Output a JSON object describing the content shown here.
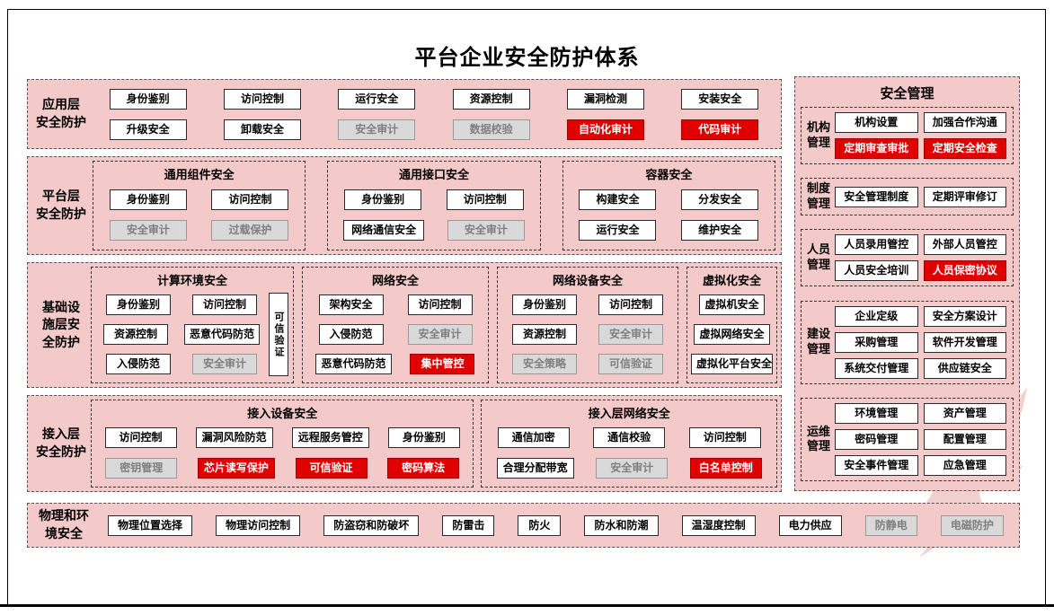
{
  "title": "平台企业安全防护体系",
  "colors": {
    "panel_pink": "#f3c9c9",
    "box_red": "#e10000",
    "box_gray": "#d9d9d9",
    "gray_text": "#7f7f7f"
  },
  "layers": {
    "app": {
      "label": "应用层\n安全防护",
      "rows": [
        [
          {
            "t": "身份鉴别"
          },
          {
            "t": "访问控制"
          },
          {
            "t": "运行安全"
          },
          {
            "t": "资源控制"
          },
          {
            "t": "漏洞检测"
          },
          {
            "t": "安装安全"
          }
        ],
        [
          {
            "t": "升级安全"
          },
          {
            "t": "卸载安全"
          },
          {
            "t": "安全审计",
            "s": "gray"
          },
          {
            "t": "数据校验",
            "s": "gray"
          },
          {
            "t": "自动化审计",
            "s": "red"
          },
          {
            "t": "代码审计",
            "s": "red"
          }
        ]
      ]
    },
    "platform": {
      "label": "平台层\n安全防护",
      "groups": [
        {
          "title": "通用组件安全",
          "rows": [
            [
              {
                "t": "身份鉴别"
              },
              {
                "t": "访问控制"
              }
            ],
            [
              {
                "t": "安全审计",
                "s": "gray"
              },
              {
                "t": "过载保护",
                "s": "gray"
              }
            ]
          ]
        },
        {
          "title": "通用接口安全",
          "rows": [
            [
              {
                "t": "身份鉴别"
              },
              {
                "t": "访问控制"
              }
            ],
            [
              {
                "t": "网络通信安全"
              },
              {
                "t": "安全审计",
                "s": "gray"
              }
            ]
          ]
        },
        {
          "title": "容器安全",
          "rows": [
            [
              {
                "t": "构建安全"
              },
              {
                "t": "分发安全"
              }
            ],
            [
              {
                "t": "运行安全"
              },
              {
                "t": "维护安全"
              }
            ]
          ]
        }
      ]
    },
    "infra": {
      "label": "基础设\n施层安\n全防护",
      "groups": [
        {
          "title": "计算环境安全",
          "vertical": "可信验证",
          "rows": [
            [
              {
                "t": "身份鉴别"
              },
              {
                "t": "访问控制"
              }
            ],
            [
              {
                "t": "资源控制"
              },
              {
                "t": "恶意代码防范"
              }
            ],
            [
              {
                "t": "入侵防范"
              },
              {
                "t": "安全审计",
                "s": "gray"
              }
            ]
          ]
        },
        {
          "title": "网络安全",
          "rows": [
            [
              {
                "t": "架构安全"
              },
              {
                "t": "访问控制"
              }
            ],
            [
              {
                "t": "入侵防范"
              },
              {
                "t": "安全审计",
                "s": "gray"
              }
            ],
            [
              {
                "t": "恶意代码防范"
              },
              {
                "t": "集中管控",
                "s": "red"
              }
            ]
          ]
        },
        {
          "title": "网络设备安全",
          "rows": [
            [
              {
                "t": "身份鉴别"
              },
              {
                "t": "访问控制"
              }
            ],
            [
              {
                "t": "资源控制"
              },
              {
                "t": "安全审计",
                "s": "gray"
              }
            ],
            [
              {
                "t": "安全策略",
                "s": "gray"
              },
              {
                "t": "可信验证",
                "s": "gray"
              }
            ]
          ]
        },
        {
          "title": "虚拟化安全",
          "rows": [
            [
              {
                "t": "虚拟机安全"
              }
            ],
            [
              {
                "t": "虚拟网络安全"
              }
            ],
            [
              {
                "t": "虚拟化平台安全"
              }
            ]
          ]
        }
      ]
    },
    "access": {
      "label": "接入层\n安全防护",
      "groups": [
        {
          "title": "接入设备安全",
          "rows": [
            [
              {
                "t": "访问控制"
              },
              {
                "t": "漏洞风险防范"
              },
              {
                "t": "远程服务管控"
              },
              {
                "t": "身份鉴别"
              }
            ],
            [
              {
                "t": "密钥管理",
                "s": "gray"
              },
              {
                "t": "芯片读写保护",
                "s": "red"
              },
              {
                "t": "可信验证",
                "s": "red"
              },
              {
                "t": "密码算法",
                "s": "red"
              }
            ]
          ]
        },
        {
          "title": "接入层网络安全",
          "rows": [
            [
              {
                "t": "通信加密"
              },
              {
                "t": "通信校验"
              },
              {
                "t": "访问控制"
              }
            ],
            [
              {
                "t": "合理分配带宽"
              },
              {
                "t": "安全审计",
                "s": "gray"
              },
              {
                "t": "白名单控制",
                "s": "red"
              }
            ]
          ]
        }
      ]
    },
    "physical": {
      "label": "物理和环\n境安全",
      "rows": [
        [
          {
            "t": "物理位置选择"
          },
          {
            "t": "物理访问控制"
          },
          {
            "t": "防盗窃和防破坏"
          },
          {
            "t": "防雷击"
          },
          {
            "t": "防火"
          },
          {
            "t": "防水和防潮"
          },
          {
            "t": "温湿度控制"
          },
          {
            "t": "电力供应"
          },
          {
            "t": "防静电",
            "s": "gray"
          },
          {
            "t": "电磁防护",
            "s": "gray"
          }
        ]
      ]
    }
  },
  "management": {
    "title": "安全管理",
    "groups": [
      {
        "label": "机构\n管理",
        "rows": [
          [
            {
              "t": "机构设置"
            },
            {
              "t": "加强合作沟通"
            }
          ],
          [
            {
              "t": "定期审查审批",
              "s": "red"
            },
            {
              "t": "定期安全检查",
              "s": "red"
            }
          ]
        ]
      },
      {
        "label": "制度\n管理",
        "rows": [
          [
            {
              "t": "安全管理制度"
            },
            {
              "t": "定期评审修订"
            }
          ]
        ]
      },
      {
        "label": "人员\n管理",
        "rows": [
          [
            {
              "t": "人员录用管控"
            },
            {
              "t": "外部人员管控"
            }
          ],
          [
            {
              "t": "人员安全培训"
            },
            {
              "t": "人员保密协议",
              "s": "red"
            }
          ]
        ]
      },
      {
        "label": "建设\n管理",
        "rows": [
          [
            {
              "t": "企业定级"
            },
            {
              "t": "安全方案设计"
            }
          ],
          [
            {
              "t": "采购管理"
            },
            {
              "t": "软件开发管理"
            }
          ],
          [
            {
              "t": "系统交付管理"
            },
            {
              "t": "供应链安全"
            }
          ]
        ]
      },
      {
        "label": "运维\n管理",
        "rows": [
          [
            {
              "t": "环境管理"
            },
            {
              "t": "资产管理"
            }
          ],
          [
            {
              "t": "密码管理"
            },
            {
              "t": "配置管理"
            }
          ],
          [
            {
              "t": "安全事件管理"
            },
            {
              "t": "应急管理"
            }
          ]
        ]
      }
    ]
  }
}
